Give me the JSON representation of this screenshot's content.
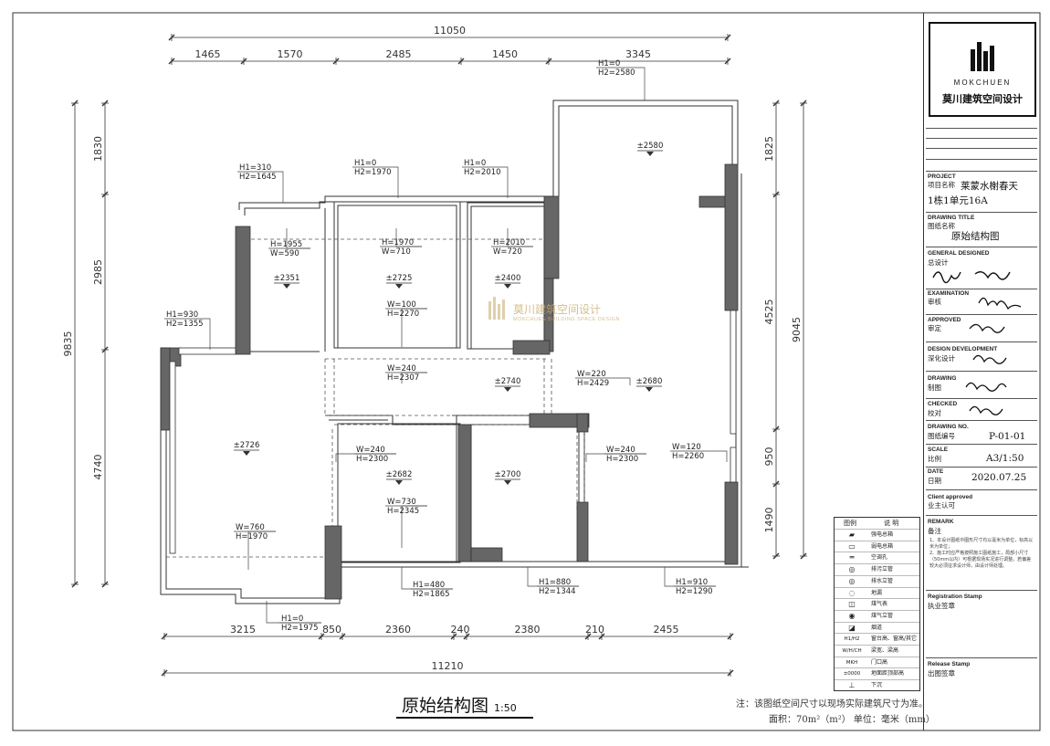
{
  "plan": {
    "title": "原始结构图",
    "scale": "1:50",
    "note": "注：该图纸空间尺寸以现场实际建筑尺寸为准。",
    "area": "面积：70m²（m²） 单位：毫米（mm）"
  },
  "dimensions": {
    "top_total": "11050",
    "top_segments": [
      "1465",
      "1570",
      "2485",
      "1450",
      "3345"
    ],
    "bottom_total": "11210",
    "bottom_segments": [
      "3215",
      "850",
      "2360",
      "240",
      "2380",
      "210",
      "2455"
    ],
    "left_total": "9835",
    "left_segments": [
      "1830",
      "2985",
      "4740"
    ],
    "right_total": "9045",
    "right_segments": [
      "1825",
      "4525",
      "950",
      "1490"
    ]
  },
  "annotations": [
    {
      "l1": "H1=0",
      "l2": "H2=2580"
    },
    {
      "l1": "H1=310",
      "l2": "H2=1645"
    },
    {
      "l1": "H1=0",
      "l2": "H2=1970"
    },
    {
      "l1": "H1=0",
      "l2": "H2=2010"
    },
    {
      "l1": "H=1955",
      "l2": "W=590"
    },
    {
      "l1": "H=1970",
      "l2": "W=710"
    },
    {
      "l1": "H=2010",
      "l2": "W=720"
    },
    {
      "l1": "W=100",
      "l2": "H=2270"
    },
    {
      "l1": "H1=930",
      "l2": "H2=1355"
    },
    {
      "l1": "W=240",
      "l2": "H=2307"
    },
    {
      "l1": "W=220",
      "l2": "H=2429"
    },
    {
      "l1": "W=240",
      "l2": "H=2300"
    },
    {
      "l1": "W=240",
      "l2": "H=2300"
    },
    {
      "l1": "W=120",
      "l2": "H=2260"
    },
    {
      "l1": "W=730",
      "l2": "H=2345"
    },
    {
      "l1": "W=760",
      "l2": "H=1970"
    },
    {
      "l1": "H1=480",
      "l2": "H2=1865"
    },
    {
      "l1": "H1=880",
      "l2": "H2=1344"
    },
    {
      "l1": "H1=910",
      "l2": "H2=1290"
    },
    {
      "l1": "H1=0",
      "l2": "H2=1975"
    }
  ],
  "elevations": [
    "±2580",
    "±2351",
    "±2725",
    "±2400",
    "±2740",
    "±2680",
    "±2726",
    "±2682",
    "±2700"
  ],
  "watermark": {
    "cn": "莫川建筑空间设计",
    "en": "MOKCHUEN BUILDING SPACE DESIGN"
  },
  "title_block": {
    "logo_en": "MOKCHUEN",
    "logo_cn": "莫川建筑空间设计",
    "project_label": "PROJECT",
    "project_cn": "项目名称",
    "project_value_1": "莱蒙水榭春天",
    "project_value_2": "1栋1单元16A",
    "drawing_title_label": "DRAWING TITLE",
    "drawing_title_cn": "图纸名称",
    "drawing_title_value": "原始结构图",
    "general_label": "GENERAL DESIGNED",
    "general_cn": "总设计",
    "examination_label": "EXAMINATION",
    "examination_cn": "审核",
    "approved_label": "APPROVED",
    "approved_cn": "审定",
    "design_dev_label": "DESIGN DEVELOPMENT",
    "design_dev_cn": "深化设计",
    "drawing_label": "DRAWING",
    "drawing_cn": "制图",
    "checked_label": "CHECKED",
    "checked_cn": "校对",
    "drawing_no_label": "DRAWING NO.",
    "drawing_no_cn": "图纸编号",
    "drawing_no_value": "P-01-01",
    "scale_label": "SCALE",
    "scale_cn": "比例",
    "scale_value": "A3/1:50",
    "date_label": "DATE",
    "date_cn": "日期",
    "date_value": "2020.07.25",
    "client_label": "Client approved",
    "client_cn": "业主认可",
    "remark_label": "REMARK",
    "remark_cn": "备注",
    "remark_1": "1、本设计图纸中图形尺寸均以毫米为单位，标高以米为单位；",
    "remark_2": "2、施工时应严格按照施工图纸施工，局部小尺寸（50mm以内）可根据现场实况进行调整。若偏差较大必须征求设计师，由设计师处理。",
    "registration_label": "Registration Stamp",
    "registration_cn": "执业签章",
    "release_label": "Release Stamp",
    "release_cn": "出图签章"
  },
  "legend": {
    "header_symbol": "图例",
    "header_desc": "说 明",
    "items": [
      {
        "sym": "",
        "text": "强电总箱"
      },
      {
        "sym": "",
        "text": "弱电总箱"
      },
      {
        "sym": "",
        "text": "空调孔"
      },
      {
        "sym": "",
        "text": "排污立管"
      },
      {
        "sym": "",
        "text": "排水立管"
      },
      {
        "sym": "",
        "text": "地漏"
      },
      {
        "sym": "",
        "text": "煤气表"
      },
      {
        "sym": "",
        "text": "煤气立管"
      },
      {
        "sym": "",
        "text": "烟道"
      },
      {
        "sym": "H1/H2",
        "text": "窗台高、窗高/其它"
      },
      {
        "sym": "W/H/CH",
        "text": "梁宽、梁高"
      },
      {
        "sym": "MKH",
        "text": "门口高"
      },
      {
        "sym": "±0000",
        "text": "地面距顶部高"
      },
      {
        "sym": "",
        "text": "下沉"
      }
    ]
  }
}
